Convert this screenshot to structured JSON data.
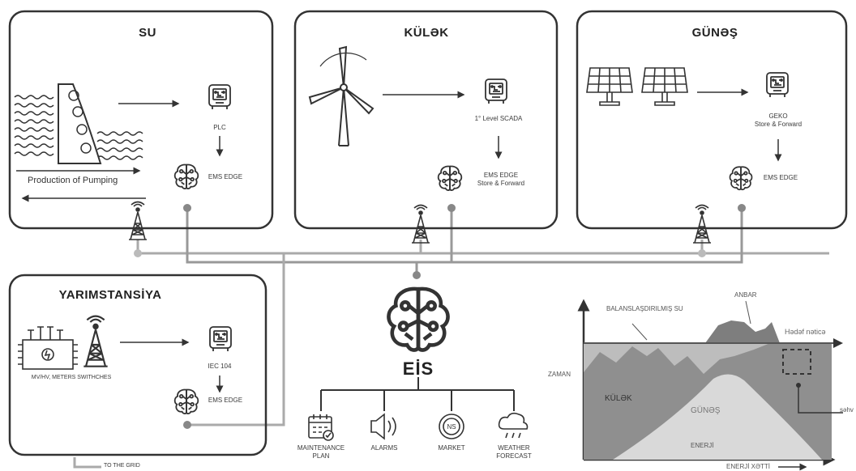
{
  "panels": {
    "su": {
      "title": "SU",
      "device": "PLC",
      "edge": "EMS EDGE",
      "pumping": "Production of Pumping"
    },
    "kulek": {
      "title": "KÜLƏK",
      "device": "1° Level SCADA",
      "edge_line1": "EMS EDGE",
      "edge_line2": "Store & Forward"
    },
    "gunes": {
      "title": "GÜNƏŞ",
      "device_line1": "GEKO",
      "device_line2": "Store & Forward",
      "edge": "EMS EDGE"
    },
    "yarim": {
      "title": "YARIMSTANSİYA",
      "device": "IEC 104",
      "edge": "EMS EDGE",
      "meters": "MV/HV, METERS SWITHCHES",
      "grid": "TO THE GRID"
    }
  },
  "eis": {
    "title": "EİS",
    "items": [
      {
        "label1": "MAINTENANCE",
        "label2": "PLAN",
        "icon": "calendar-icon"
      },
      {
        "label1": "ALARMS",
        "label2": "",
        "icon": "speaker-icon"
      },
      {
        "label1": "MARKET",
        "label2": "",
        "icon": "coin-icon"
      },
      {
        "label1": "WEATHER",
        "label2": "FORECAST",
        "icon": "weather-icon"
      }
    ]
  },
  "chart": {
    "ylabel": "ZAMAN",
    "xlabel": "ENERJİ",
    "energy_line": "ENERJİ XƏTTİ",
    "balanced": "BALANSLAŞDIRILMIŞ SU",
    "storage": "ANBAR",
    "target": "Hədəf nəticə",
    "wind": "KÜLƏK",
    "sun": "GÜNƏŞ",
    "error": "səhv"
  },
  "colors": {
    "line": "#9a9a9a",
    "dark": "#444444",
    "box": "#333333",
    "wind_fill": "#9b9b9b",
    "sun_fill": "#d9d9d9",
    "storage_fill": "#7e7e7e"
  }
}
